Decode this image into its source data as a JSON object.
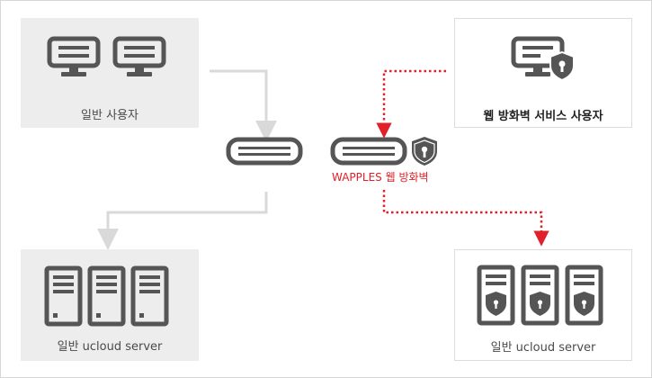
{
  "nodes": {
    "general_user": {
      "label": "일반 사용자"
    },
    "waf_user": {
      "label": "웹 방화벽 서비스 사용자"
    },
    "firewall": {
      "label": "WAPPLES 웹 방화벽"
    },
    "general_server": {
      "label": "일반 ucloud server"
    },
    "protected_server": {
      "label": "일반 ucloud server"
    }
  },
  "colors": {
    "gray_line": "#d9d9d9",
    "red_dotted": "#e0202a",
    "icon_dark": "#555555",
    "box_gray": "#ededed"
  },
  "icons": [
    "monitor-icon",
    "monitor-shield-icon",
    "switch-icon",
    "switch-shield-icon",
    "server-icon",
    "server-shield-icon"
  ]
}
